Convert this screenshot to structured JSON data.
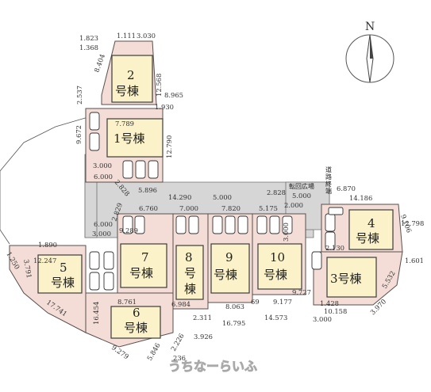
{
  "north": {
    "label": "N"
  },
  "buildings": {
    "b1": {
      "number": "1",
      "suffix": "号棟"
    },
    "b2": {
      "number": "2",
      "suffix": "号棟"
    },
    "b3": {
      "number": "3",
      "suffix": "号棟"
    },
    "b4": {
      "number": "4",
      "suffix": "号棟"
    },
    "b5": {
      "number": "5",
      "suffix": "号棟"
    },
    "b6": {
      "number": "6",
      "suffix": "号棟"
    },
    "b7": {
      "number": "7",
      "suffix": "号棟"
    },
    "b8": {
      "number": "8",
      "chars": [
        "号",
        "棟"
      ]
    },
    "b9": {
      "number": "9",
      "suffix": "号棟"
    },
    "b10": {
      "number": "10",
      "suffix": "号棟"
    }
  },
  "road_labels": {
    "turnaround": "転回広場",
    "road_end": [
      "道",
      "路",
      "終",
      "端"
    ]
  },
  "watermark": "うちなーらいふ",
  "dimensions": [
    "1.823",
    "1.111",
    "3.030",
    "1.368",
    "8.404",
    "2.537",
    "12.568",
    "8.965",
    "1.930",
    "7.789",
    "9.672",
    "12.790",
    "3.000",
    "6.000",
    "2.828",
    "5.896",
    "14.290",
    "5.000",
    "2.828",
    "5.000",
    "2.000",
    "6.870",
    "14.186",
    "6.000",
    "2.829",
    "6.760",
    "7.000",
    "7.820",
    "5.175",
    "3.000",
    "9.289",
    "3.000",
    "1.890",
    "9.106",
    "12.798",
    "1.601",
    "2.130",
    "1.250",
    "3.791",
    "12.247",
    "16.454",
    "8.761",
    "6.984",
    "8.063",
    "69",
    "9.177",
    "9.727",
    "1.428",
    "5.532",
    "3.970",
    "10.158",
    "3.000",
    "14.573",
    "16.795",
    "2.311",
    "3.926",
    "2.226",
    "17.741",
    "5.846",
    "9.279",
    "236"
  ]
}
